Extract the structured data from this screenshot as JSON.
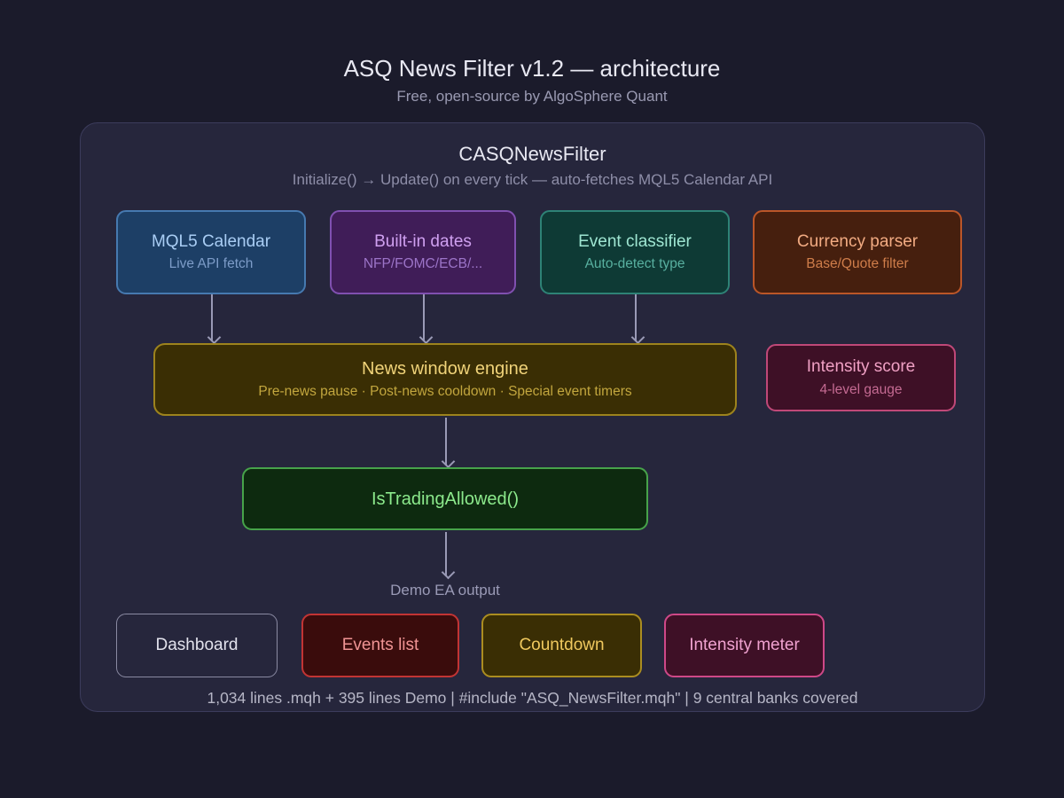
{
  "page": {
    "title": "ASQ News Filter v1.2 — architecture",
    "subtitle": "Free, open-source by AlgoSphere Quant",
    "background": "#1b1b2b"
  },
  "module": {
    "title": "CASQNewsFilter",
    "subtitle": "Initialize() → Update() on every tick — auto-fetches MQL5 Calendar API",
    "footer": "1,034 lines .mqh + 395 lines Demo | #include \"ASQ_NewsFilter.mqh\" | 9 central banks covered",
    "colors": {
      "bg": "#26263c",
      "border": "#3c3c5c"
    }
  },
  "diagram": {
    "arrow_color": "#9a9ab6",
    "demo_output_label": "Demo EA output"
  },
  "nodes": {
    "mql5_calendar": {
      "title": "MQL5 Calendar",
      "subtitle": "Live API fetch",
      "colors": {
        "bg": "#1d3f66",
        "border": "#4679b0",
        "title": "#a9cdf4",
        "subtitle": "#7d9cc8"
      }
    },
    "builtin_dates": {
      "title": "Built-in dates",
      "subtitle": "NFP/FOMC/ECB/...",
      "colors": {
        "bg": "#401d58",
        "border": "#8050b0",
        "title": "#cfa0f0",
        "subtitle": "#9c74c8"
      }
    },
    "event_classifier": {
      "title": "Event classifier",
      "subtitle": "Auto-detect type",
      "colors": {
        "bg": "#0e3a35",
        "border": "#2e8276",
        "title": "#9fe6d2",
        "subtitle": "#58b0a0"
      }
    },
    "currency_parser": {
      "title": "Currency parser",
      "subtitle": "Base/Quote filter",
      "colors": {
        "bg": "#461f0e",
        "border": "#bb5628",
        "title": "#f2ab82",
        "subtitle": "#cf7d4a"
      }
    },
    "news_window_engine": {
      "title": "News window engine",
      "subtitle": "Pre-news pause · Post-news cooldown · Special event timers",
      "colors": {
        "bg": "#3a2e04",
        "border": "#9d831d",
        "title": "#f0d379",
        "subtitle": "#c2a63e"
      }
    },
    "intensity_score": {
      "title": "Intensity score",
      "subtitle": "4-level gauge",
      "colors": {
        "bg": "#3e1026",
        "border": "#c04878",
        "title": "#f0a0c4",
        "subtitle": "#c46a92"
      }
    },
    "is_trading_allowed": {
      "title": "IsTradingAllowed()",
      "colors": {
        "bg": "#0d2a0f",
        "border": "#47a34a",
        "title": "#8cea8c"
      }
    },
    "dashboard": {
      "title": "Dashboard",
      "colors": {
        "bg": "transparent",
        "border": "#8a8aa2",
        "title": "#e2e2ec"
      }
    },
    "events_list": {
      "title": "Events list",
      "colors": {
        "bg": "#3a0c0c",
        "border": "#c23434",
        "title": "#f09494"
      }
    },
    "countdown": {
      "title": "Countdown",
      "colors": {
        "bg": "#3a2e04",
        "border": "#ab8d20",
        "title": "#f0c95e"
      }
    },
    "intensity_meter": {
      "title": "Intensity meter",
      "colors": {
        "bg": "#3e1026",
        "border": "#cf4888",
        "title": "#f0a2d0"
      }
    }
  }
}
